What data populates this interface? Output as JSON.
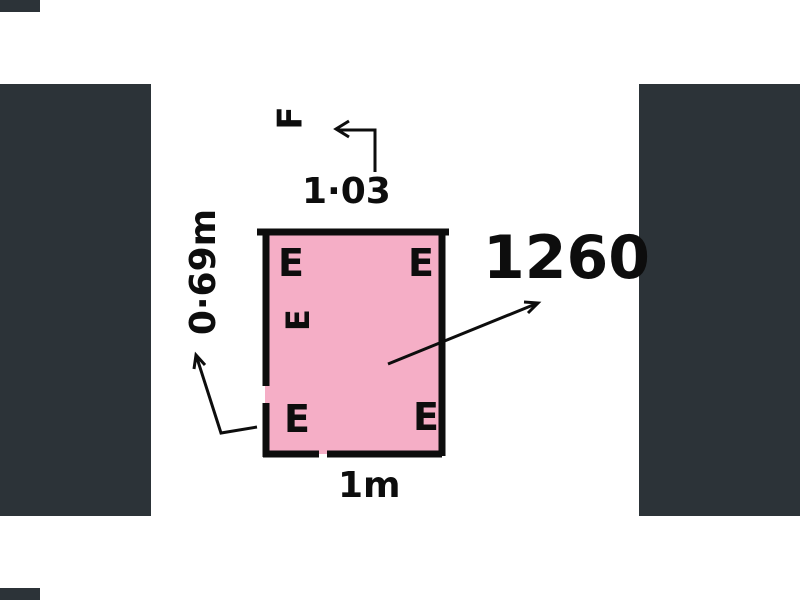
{
  "diagram": {
    "labels": {
      "top_width": "1·03",
      "left_height": "0·69m",
      "bottom_width": "1m",
      "plot_number": "1260",
      "direction": "F",
      "corner_tl": "E",
      "corner_tr": "E",
      "corner_bl": "E",
      "corner_br": "E",
      "mid_left": "E"
    },
    "colors": {
      "plot_fill": "#f5aec6",
      "ink": "#0d0d0d",
      "backdrop": "#2c3338",
      "paper": "#ffffff"
    }
  }
}
